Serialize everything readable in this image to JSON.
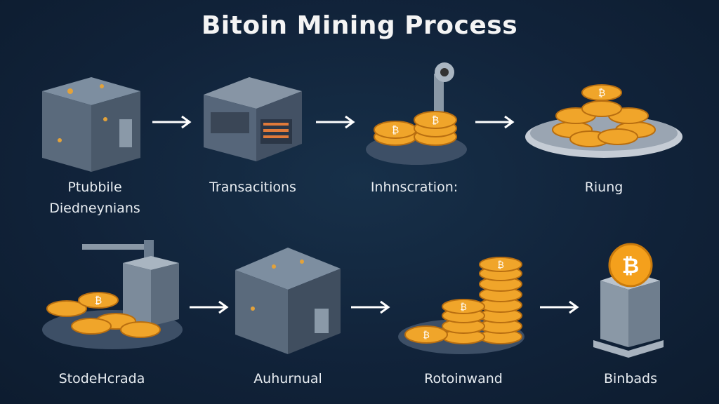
{
  "title": "Bitoin Mining Process",
  "coin_symbol": "₿",
  "colors": {
    "background": "#11233a",
    "coin": "#f0a52a",
    "metal": "#6b7c8f",
    "platform": "#3d4f66"
  },
  "steps_row1": [
    {
      "label_line1": "Ptubbile",
      "label_line2": "Diedneynians",
      "icon": "mining-box-icon"
    },
    {
      "label_line1": "Transacitions",
      "icon": "mining-machine-icon"
    },
    {
      "label_line1": "Inhnscration:",
      "icon": "robot-arm-coins-icon"
    },
    {
      "label_line1": "Riung",
      "icon": "coin-pile-icon"
    }
  ],
  "steps_row2": [
    {
      "label_line1": "StodeHcrada",
      "icon": "coin-press-icon"
    },
    {
      "label_line1": "Auhurnual",
      "icon": "mining-box-icon"
    },
    {
      "label_line1": "Rotoinwand",
      "icon": "coin-stacks-icon"
    },
    {
      "label_line1": "Binbads",
      "icon": "bitcoin-pedestal-icon"
    }
  ]
}
